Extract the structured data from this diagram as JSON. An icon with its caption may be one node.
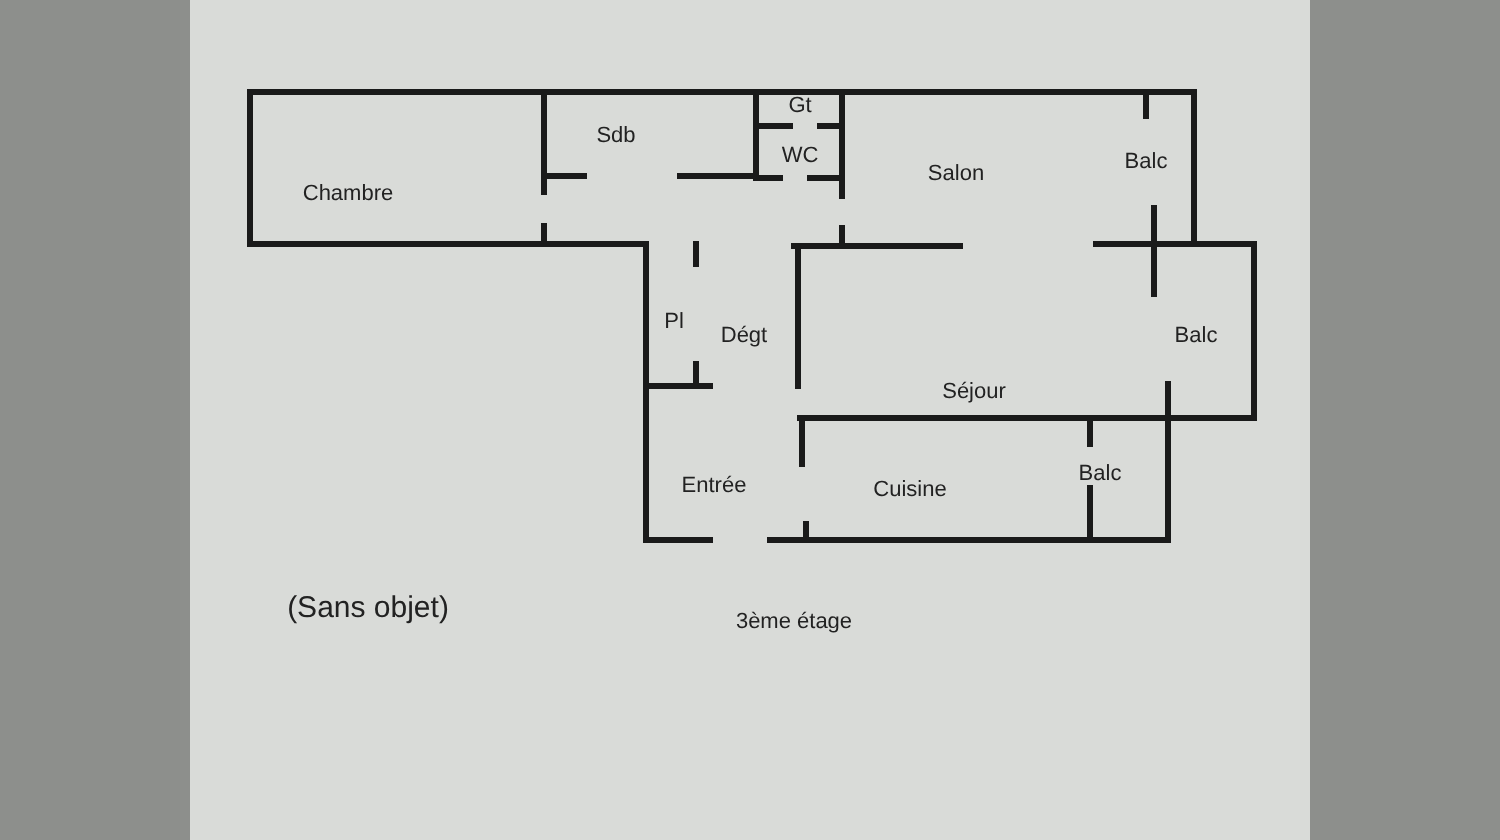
{
  "diagram": {
    "labels": [
      "Gt",
      "Sdb",
      "WC",
      "Balc",
      "Salon",
      "Chambre",
      "Pl",
      "Dégt",
      "Balc",
      "Séjour",
      "Balc",
      "Entrée",
      "Cuisine",
      "(Sans objet)",
      "3ème étage"
    ]
  }
}
